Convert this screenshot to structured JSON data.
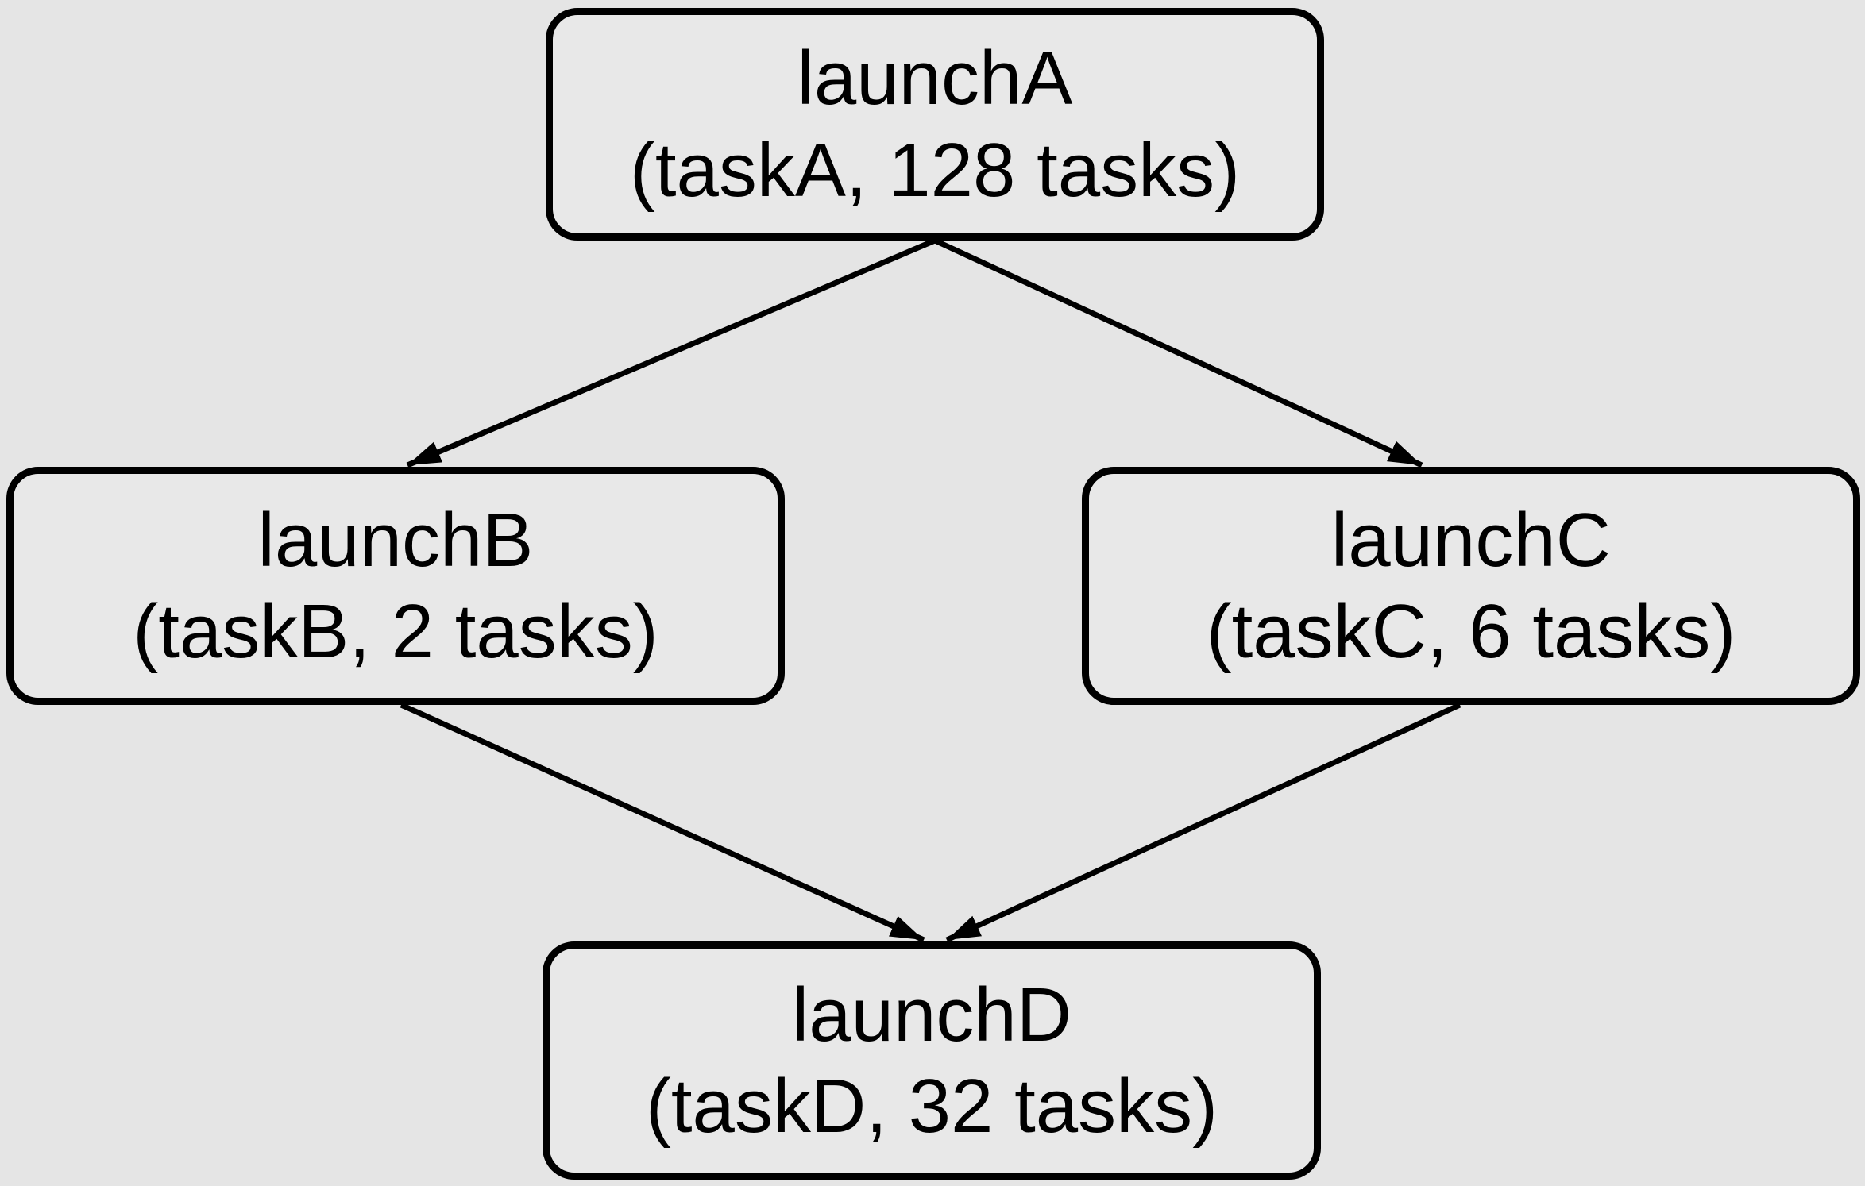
{
  "diagram": {
    "type": "dag",
    "colors": {
      "background": "#e5e5e5",
      "node_fill": "#e8e8e8",
      "node_border": "#000000",
      "edge": "#000000",
      "text": "#000000"
    },
    "nodes": [
      {
        "id": "launchA",
        "title": "launchA",
        "subtitle": "(taskA, 128 tasks)"
      },
      {
        "id": "launchB",
        "title": "launchB",
        "subtitle": "(taskB, 2 tasks)"
      },
      {
        "id": "launchC",
        "title": "launchC",
        "subtitle": "(taskC, 6 tasks)"
      },
      {
        "id": "launchD",
        "title": "launchD",
        "subtitle": "(taskD, 32 tasks)"
      }
    ],
    "edges": [
      {
        "from": "launchA",
        "to": "launchB"
      },
      {
        "from": "launchA",
        "to": "launchC"
      },
      {
        "from": "launchB",
        "to": "launchD"
      },
      {
        "from": "launchC",
        "to": "launchD"
      }
    ]
  }
}
